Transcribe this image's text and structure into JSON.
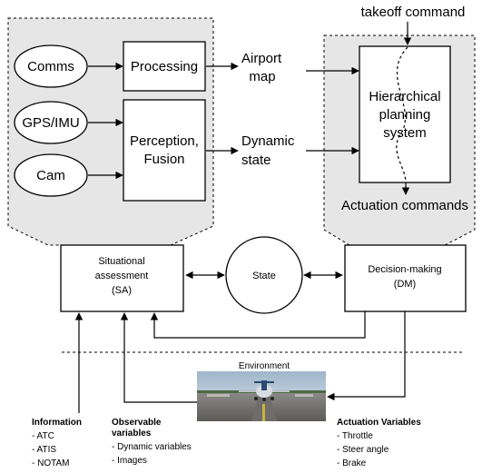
{
  "top_label": "takeoff command",
  "sensors": {
    "comms": "Comms",
    "gps_imu": "GPS/IMU",
    "cam": "Cam"
  },
  "processing": "Processing",
  "perception": {
    "line1": "Perception,",
    "line2": "Fusion"
  },
  "airport_map": {
    "line1": "Airport",
    "line2": "map"
  },
  "dynamic_state": {
    "line1": "Dynamic",
    "line2": "state"
  },
  "planning": {
    "line1": "Hierarchical",
    "line2": "planning",
    "line3": "system"
  },
  "actuation_commands": "Actuation commands",
  "sa": {
    "line1": "Situational",
    "line2": "assessment",
    "line3": "(SA)"
  },
  "state": "State",
  "dm": {
    "line1": "Decision-making",
    "line2": "(DM)"
  },
  "environment": "Environment",
  "information": {
    "title": "Information",
    "items": [
      "- ATC",
      "- ATIS",
      "- NOTAM"
    ]
  },
  "observable": {
    "title1": "Observable",
    "title2": "variables",
    "items": [
      "- Dynamic variables",
      "- Images"
    ]
  },
  "actuation_vars": {
    "title": "Actuation Variables",
    "items": [
      "- Throttle",
      "- Steer angle",
      "- Brake"
    ]
  }
}
